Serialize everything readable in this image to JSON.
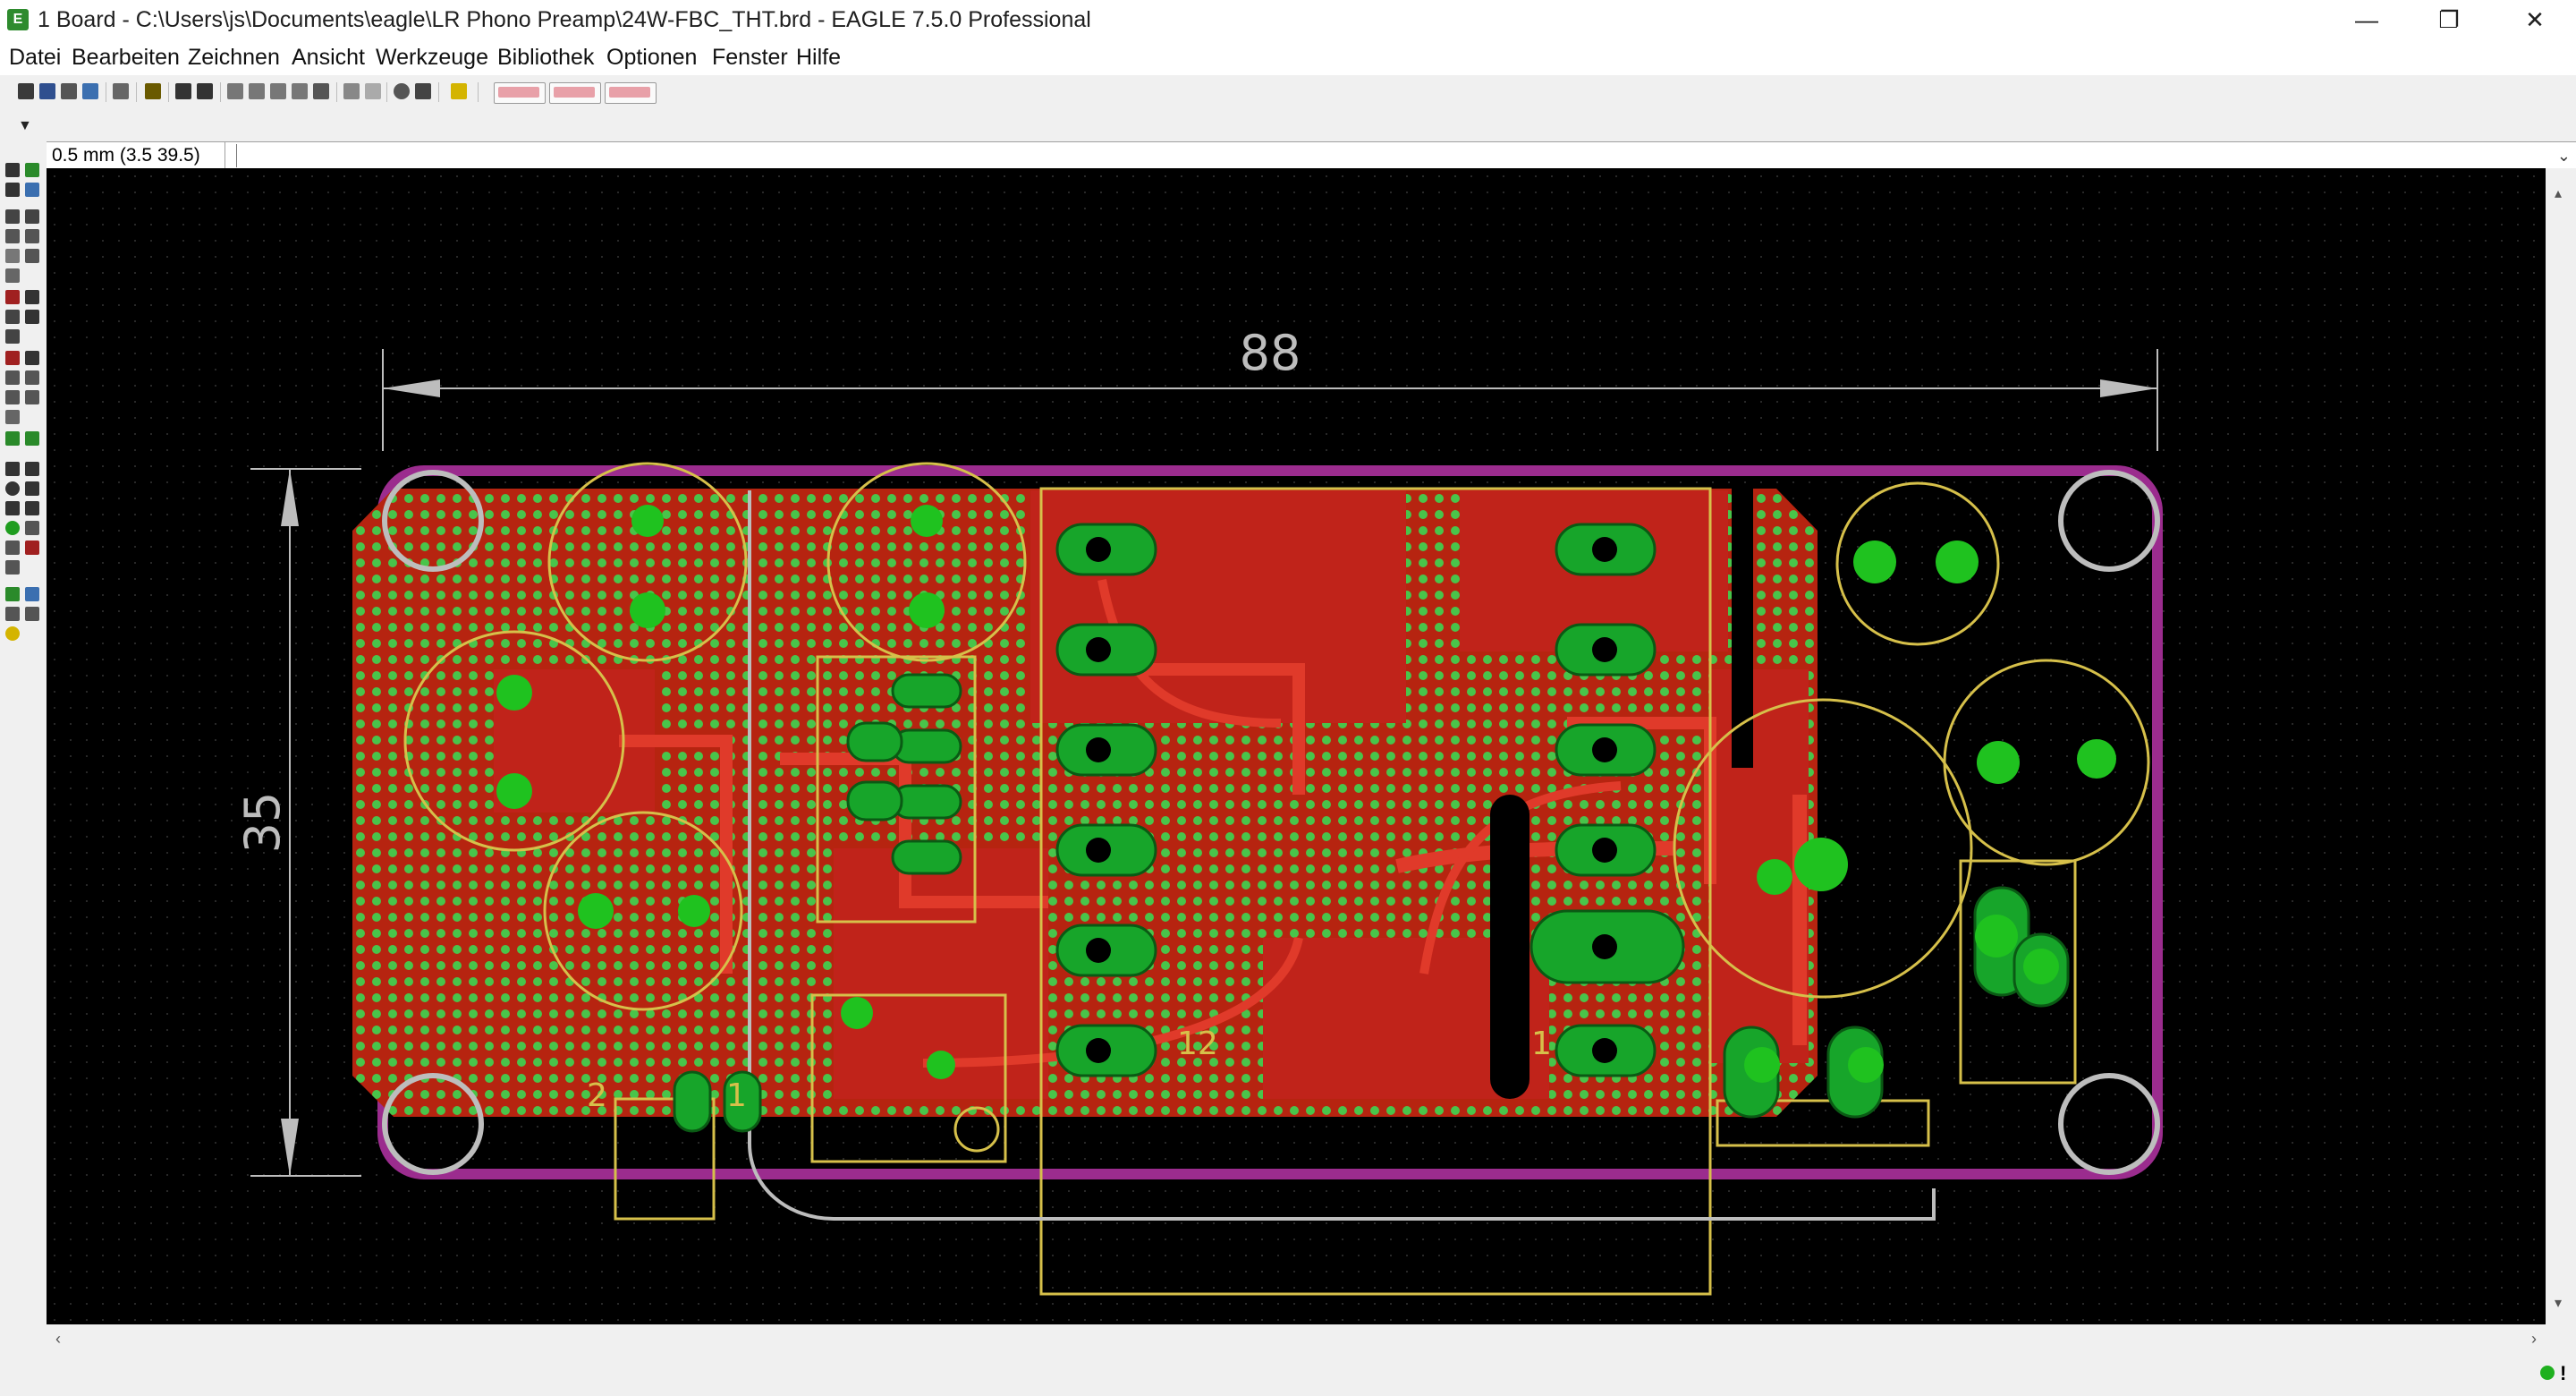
{
  "window": {
    "title": "1 Board - C:\\Users\\js\\Documents\\eagle\\LR Phono Preamp\\24W-FBC_THT.brd - EAGLE 7.5.0 Professional",
    "minimize": "—",
    "maximize": "❐",
    "close": "✕"
  },
  "menu": {
    "items": [
      "Datei",
      "Bearbeiten",
      "Zeichnen",
      "Ansicht",
      "Werkzeuge",
      "Bibliothek",
      "Optionen",
      "Fenster",
      "Hilfe"
    ]
  },
  "coords": {
    "readout": "0.5 mm (3.5 39.5)",
    "command": ""
  },
  "board": {
    "dim_width": "88",
    "dim_height": "35",
    "label_12": "12",
    "label_1": "1",
    "label_2": "2",
    "label_1b": "1"
  },
  "colors": {
    "top_copper": "#c0231a",
    "bottom_copper": "#b2260f",
    "pad": "#17a52a",
    "via": "#2fd02f",
    "silkscreen": "#d6c04a",
    "outline": "#9b2c8e",
    "dimension": "#bdbdbd",
    "background": "#000000"
  },
  "status": {
    "indicator": "!"
  }
}
